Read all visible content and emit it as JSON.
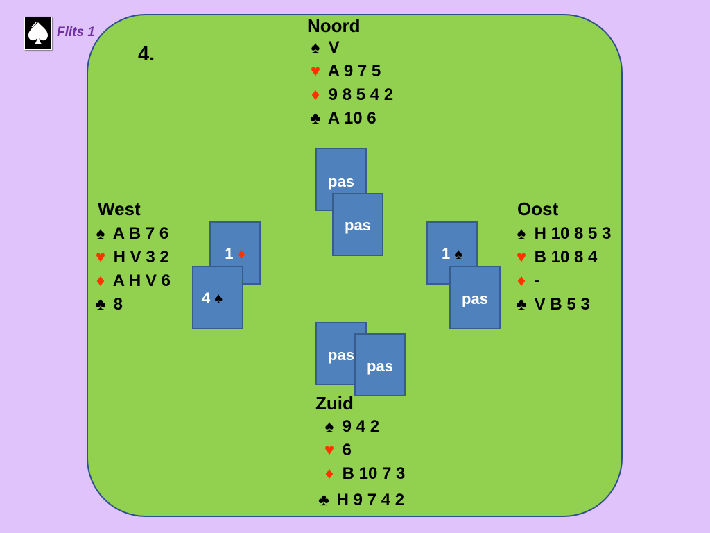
{
  "logo": {
    "icon": "spade-icon",
    "text": "Flits 1"
  },
  "board_number": "4.",
  "hands": {
    "north": {
      "seat": "Noord",
      "spades": "V",
      "hearts": "A 9 7 5",
      "diamonds": "9 8 5 4 2",
      "clubs": "A 10 6"
    },
    "west": {
      "seat": "West",
      "spades": "A B 7 6",
      "hearts": "H V 3 2",
      "diamonds": "A H V 6",
      "clubs": "8"
    },
    "east": {
      "seat": "Oost",
      "spades": "H 10 8 5 3",
      "hearts": "B 10 8 4",
      "diamonds": "-",
      "clubs": "V B 5 3"
    },
    "south": {
      "seat": "Zuid",
      "spades": "9 4 2",
      "hearts": "6",
      "diamonds": "B 10 7 3",
      "clubs": "H 9 7 4 2"
    }
  },
  "suit_symbols": {
    "spades": "♠",
    "hearts": "♥",
    "diamonds": "♦",
    "clubs": "♣"
  },
  "bids": {
    "north": [
      "pas",
      "pas"
    ],
    "west": [
      {
        "level": "1",
        "suit": "♦"
      },
      {
        "level": "4",
        "suit": "♠"
      }
    ],
    "east": [
      {
        "level": "1",
        "suit": "♠"
      },
      "pas"
    ],
    "south": [
      "pas",
      "pas"
    ]
  },
  "colors": {
    "table": "#92D050",
    "background": "#E0C3FA",
    "bid_card": "#4F81BD",
    "red_suit": "#FF3300",
    "logo_text": "#7030A0"
  }
}
